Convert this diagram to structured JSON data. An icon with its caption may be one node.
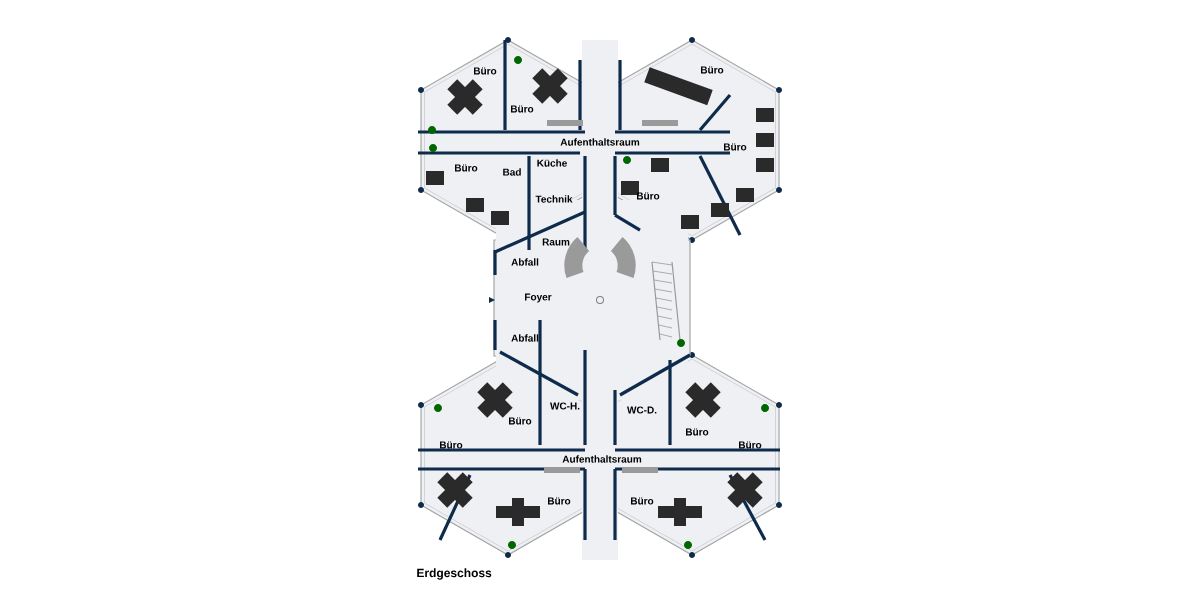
{
  "diagram": {
    "caption": "Erdgeschoss",
    "labels": [
      "Büro",
      "Büro",
      "Büro",
      "Aufenthaltsraum",
      "Büro",
      "Küche",
      "Büro",
      "Bad",
      "Technik",
      "Büro",
      "Raum",
      "Abfall",
      "Foyer",
      "Abfall",
      "WC-H.",
      "WC-D.",
      "Büro",
      "Büro",
      "Büro",
      "Büro",
      "Aufenthaltsraum",
      "Büro",
      "Büro"
    ]
  }
}
